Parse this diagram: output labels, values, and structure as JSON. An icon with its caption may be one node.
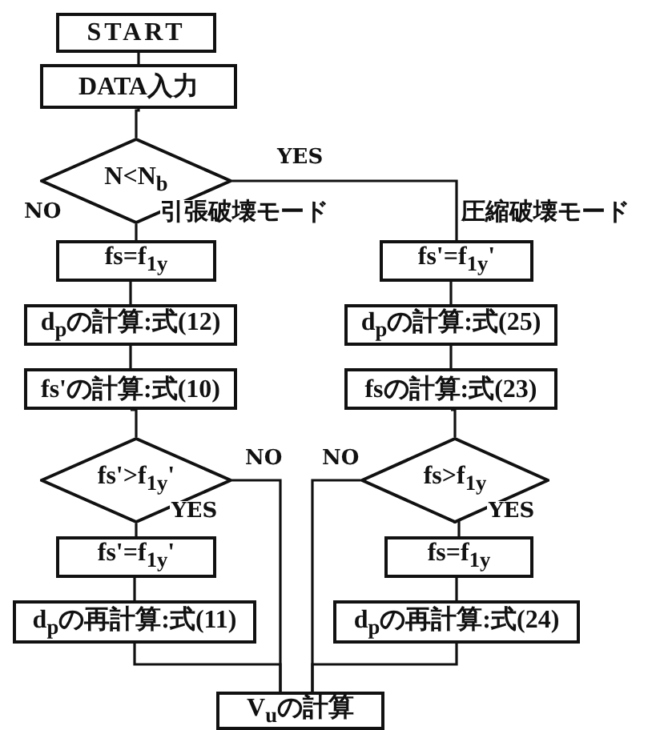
{
  "diagram": {
    "nodes": [
      {
        "text": [
          "START"
        ]
      },
      {
        "text": [
          "DATA入力"
        ]
      },
      {
        "text": [
          "N<N$_{b}$"
        ]
      },
      {
        "text": [
          "fs=f$_{1y}$"
        ]
      },
      {
        "text": [
          "d$_{p}$の計算:式(12)"
        ]
      },
      {
        "text": [
          "fs'の計算:式(10)"
        ]
      },
      {
        "text": [
          "fs'>f$_{1y}$'"
        ]
      },
      {
        "text": [
          "fs'=f$_{1y}$'"
        ]
      },
      {
        "text": [
          "d$_{p}$の再計算:式(11)"
        ]
      },
      {
        "text": [
          "fs'=f$_{1y}$'"
        ]
      },
      {
        "text": [
          "d$_{p}$の計算:式(25)"
        ]
      },
      {
        "text": [
          "fsの計算:式(23)"
        ]
      },
      {
        "text": [
          "fs>f$_{1y}$"
        ]
      },
      {
        "text": [
          "fs=f$_{1y}$"
        ]
      },
      {
        "text": [
          "d$_{p}$の再計算:式(24)"
        ]
      },
      {
        "text": [
          "V$_{u}$の計算"
        ]
      }
    ],
    "edges": [
      {
        "from": 0,
        "to": 1,
        "arrow": "none"
      },
      {
        "from": 1,
        "to": 2,
        "arrow": "none"
      },
      {
        "from": 2,
        "to": 3,
        "arrow": "none",
        "label": "NO"
      },
      {
        "from": 2,
        "to": 9,
        "arrow": "none",
        "label": "YES"
      },
      {
        "from": 3,
        "to": 4,
        "arrow": "none"
      },
      {
        "from": 4,
        "to": 5,
        "arrow": "none"
      },
      {
        "from": 5,
        "to": 6,
        "arrow": "none"
      },
      {
        "from": 6,
        "to": 7,
        "arrow": "none",
        "label": "YES"
      },
      {
        "from": 6,
        "to": 15,
        "arrow": "none",
        "label": "NO"
      },
      {
        "from": 7,
        "to": 8,
        "arrow": "none"
      },
      {
        "from": 8,
        "to": 15,
        "arrow": "none"
      },
      {
        "from": 9,
        "to": 10,
        "arrow": "none"
      },
      {
        "from": 10,
        "to": 11,
        "arrow": "none"
      },
      {
        "from": 11,
        "to": 12,
        "arrow": "none"
      },
      {
        "from": 12,
        "to": 13,
        "arrow": "none",
        "label": "YES"
      },
      {
        "from": 12,
        "to": 15,
        "arrow": "none",
        "label": "NO"
      },
      {
        "from": 13,
        "to": 14,
        "arrow": "none"
      },
      {
        "from": 14,
        "to": 15,
        "arrow": "none"
      }
    ],
    "labels": [
      "引張破壊モード",
      "圧縮破壊モード"
    ]
  }
}
